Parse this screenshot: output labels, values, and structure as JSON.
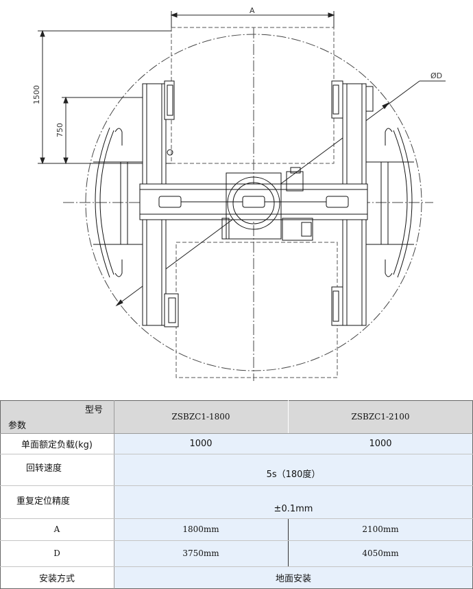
{
  "diagram": {
    "dimensions": {
      "a": "A",
      "d": "ØD",
      "h1500": "1500",
      "h750": "750"
    }
  },
  "spec_table": {
    "header": {
      "corner_top": "型号",
      "corner_bottom": "参数",
      "model_1": "ZSBZC1-1800",
      "model_2": "ZSBZC1-2100"
    },
    "rows": [
      {
        "label": "单面额定负载(kg)",
        "v1": "1000",
        "v2": "1000"
      },
      {
        "label": "回转速度",
        "value": "5s（180度）"
      },
      {
        "label": "重复定位精度",
        "value": "±0.1mm"
      },
      {
        "label": "A",
        "v1": "1800mm",
        "v2": "2100mm"
      },
      {
        "label": "D",
        "v1": "3750mm",
        "v2": "4050mm"
      },
      {
        "label": "安装方式",
        "value": "地面安装"
      }
    ]
  }
}
